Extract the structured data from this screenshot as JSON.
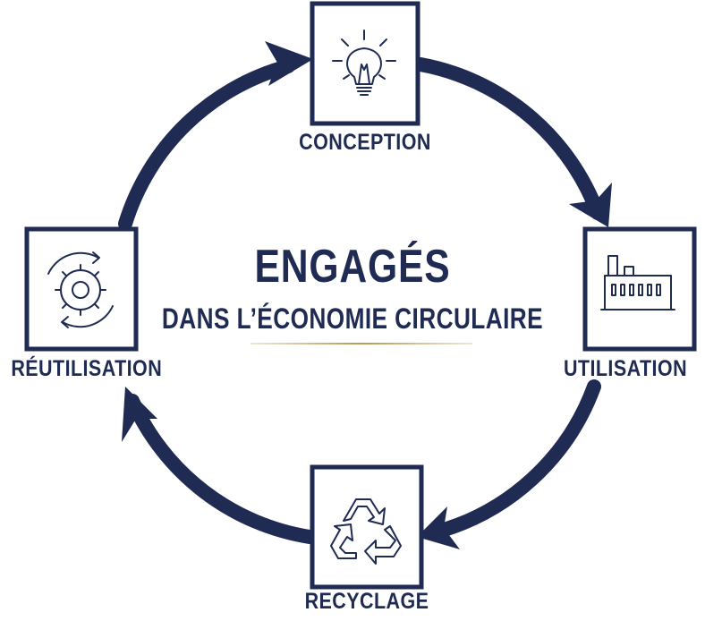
{
  "title": "ENGAGÉS",
  "subtitle": "DANS L’ÉCONOMIE CIRCULAIRE",
  "nodes": {
    "conception": {
      "label": "CONCEPTION",
      "icon": "lightbulb-icon"
    },
    "utilisation": {
      "label": "UTILISATION",
      "icon": "factory-icon"
    },
    "recyclage": {
      "label": "RECYCLAGE",
      "icon": "recycle-icon"
    },
    "reutilisation": {
      "label": "RÉUTILISATION",
      "icon": "gear-cycle-icon"
    }
  },
  "colors": {
    "primary": "#1f2b52",
    "accent": "#b89a55",
    "background": "#ffffff"
  }
}
